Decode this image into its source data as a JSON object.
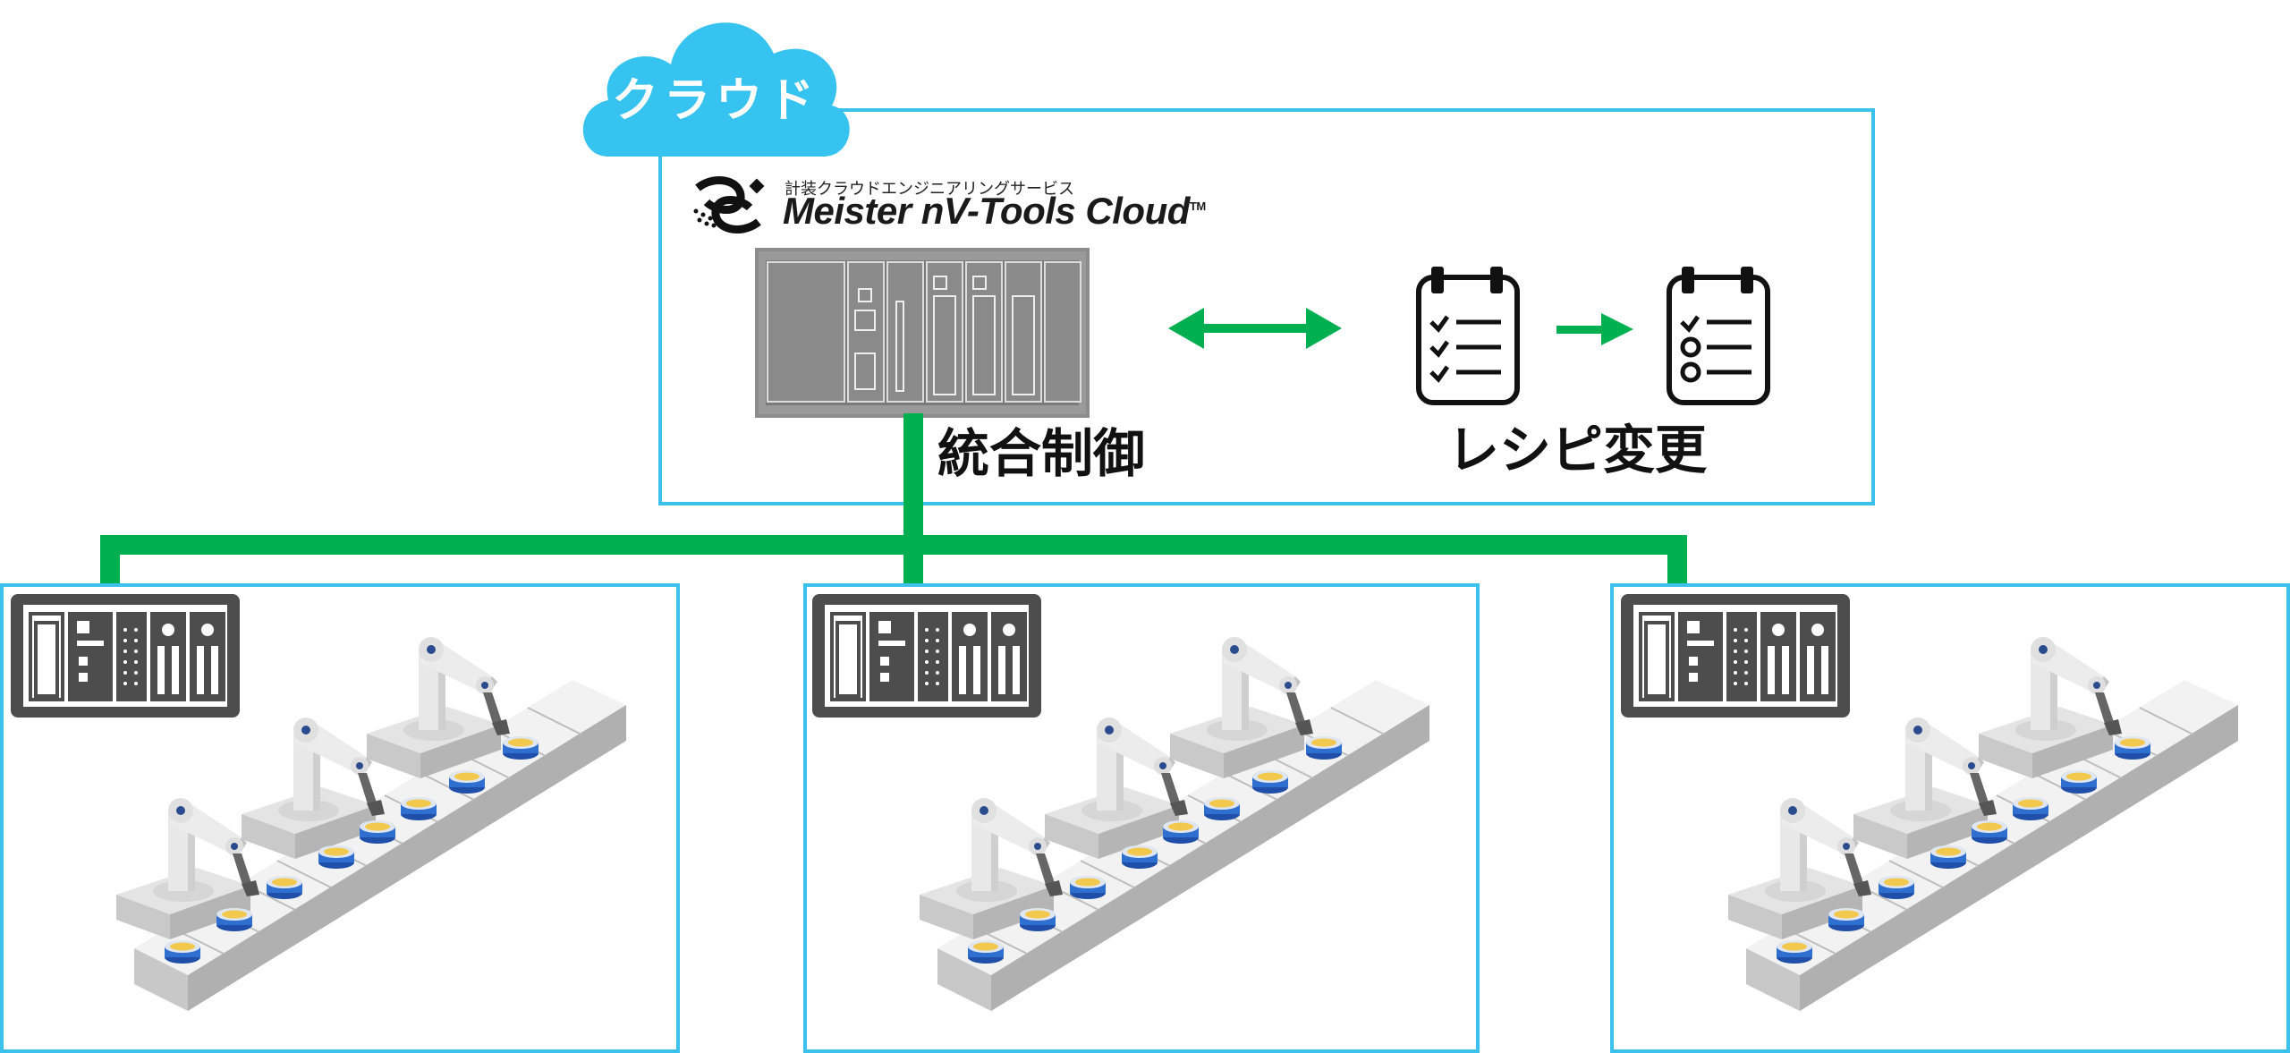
{
  "cloud": {
    "label": "クラウド",
    "color": "#36c3f0",
    "border_color": "#3cc0ec"
  },
  "brand": {
    "subtitle": "計装クラウドエンジニアリングサービス",
    "name": "Meister nV-Tools Cloud",
    "tm": "TM"
  },
  "labels": {
    "integrated_control": "統合制御",
    "recipe_change": "レシピ変更"
  },
  "colors": {
    "network": "#00b050",
    "arrow": "#00b050",
    "plc_dark": "#4d4d4d",
    "can_blue": "#2e6fd0",
    "can_top": "#f2c94c"
  },
  "icons": {
    "cloud": "cloud-icon",
    "plc": "plc-controller-icon",
    "bidirectional_arrow": "double-arrow-icon",
    "right_arrow": "right-arrow-icon",
    "checklist_before": "clipboard-all-checked-icon",
    "checklist_after": "clipboard-partially-checked-icon",
    "production_line": "robot-conveyor-line-icon"
  }
}
